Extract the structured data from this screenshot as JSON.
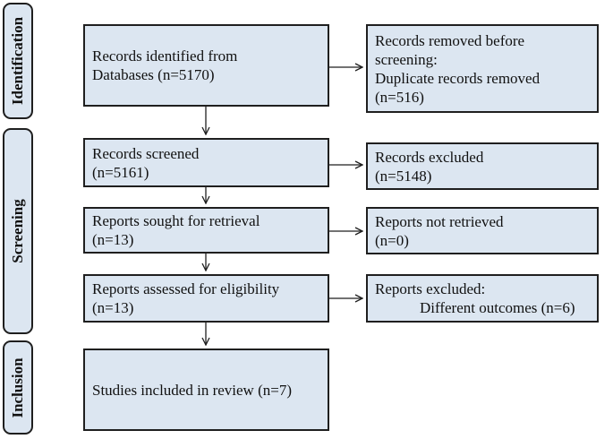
{
  "phases": {
    "identification": "Identification",
    "screening": "Screening",
    "inclusion": "Inclusion"
  },
  "boxes": {
    "identified": [
      "Records identified from",
      "Databases (n=5170)"
    ],
    "removed": [
      "Records removed before",
      "screening:",
      "Duplicate records removed",
      "(n=516)"
    ],
    "screened": [
      "Records screened",
      "(n=5161)"
    ],
    "excluded": [
      "Records excluded",
      "(n=5148)"
    ],
    "sought": [
      "Reports sought for retrieval",
      "(n=13)"
    ],
    "not_retrieved": [
      "Reports not retrieved",
      "(n=0)"
    ],
    "assessed": [
      "Reports assessed for eligibility",
      "(n=13)"
    ],
    "reports_excluded": [
      "Reports excluded:",
      "Different outcomes (n=6)"
    ],
    "included": [
      "Studies included in review (n=7)"
    ]
  },
  "colors": {
    "box_fill": "#dce6f1",
    "border": "#1f1f1f"
  }
}
